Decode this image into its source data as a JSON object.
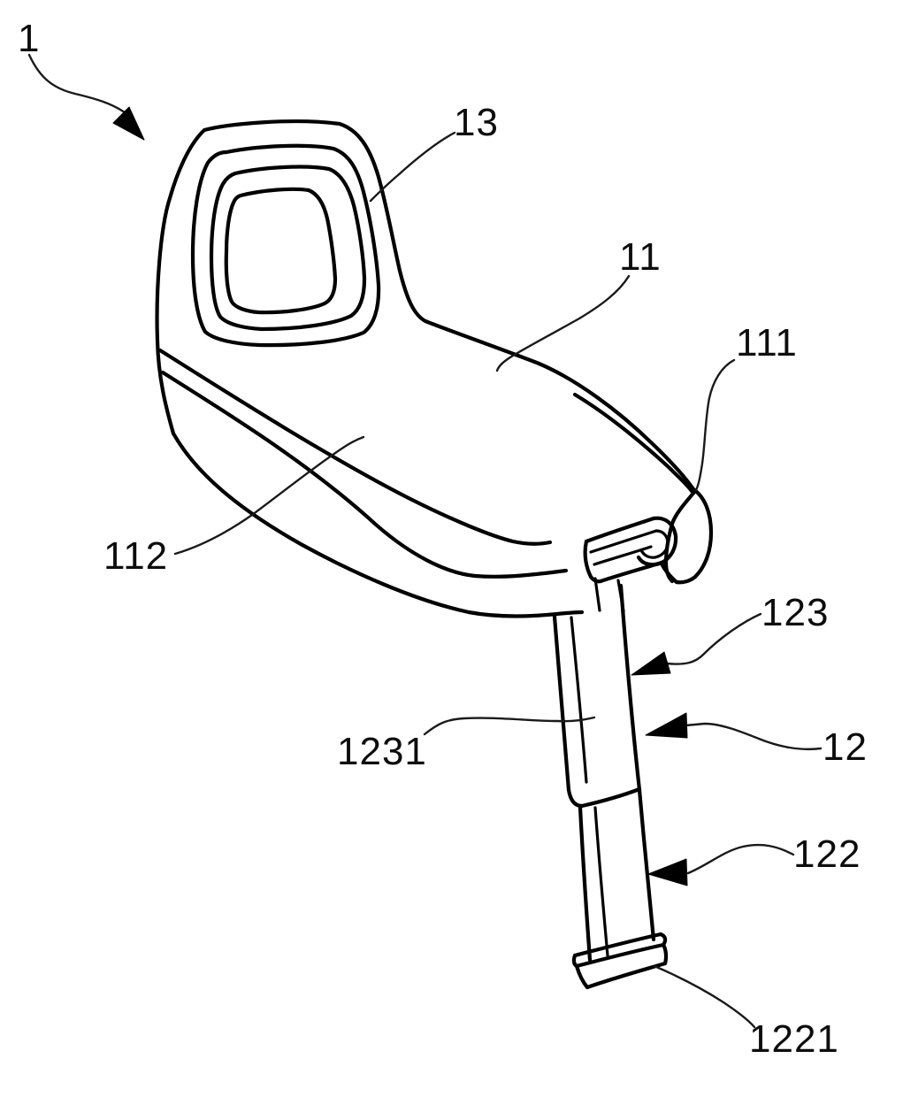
{
  "figure": {
    "kind": "patent-line-drawing",
    "subject": "seat with telescopic support leg",
    "background_color": "#ffffff",
    "line_color": "#000000",
    "reference_labels": {
      "r1": "1",
      "r13": "13",
      "r11": "11",
      "r111": "111",
      "r112": "112",
      "r123": "123",
      "r1231": "1231",
      "r12": "12",
      "r122": "122",
      "r1221": "1221"
    }
  }
}
